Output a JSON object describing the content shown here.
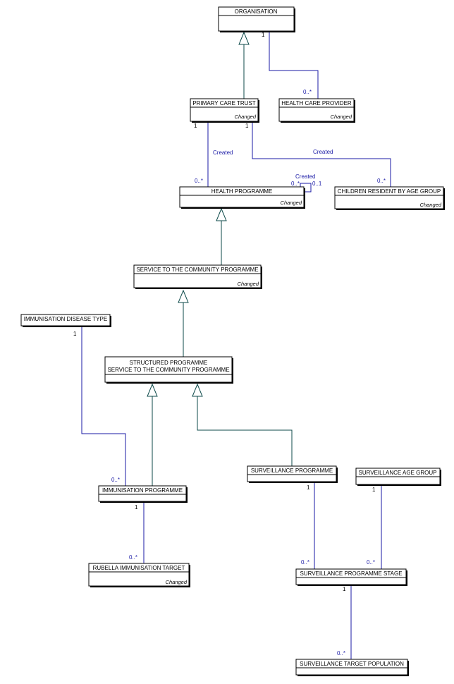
{
  "classes": {
    "organisation": {
      "name": "ORGANISATION",
      "note": ""
    },
    "primary_care_trust": {
      "name": "PRIMARY CARE TRUST",
      "note": "Changed"
    },
    "health_care_provider": {
      "name": "HEALTH CARE PROVIDER",
      "note": "Changed"
    },
    "health_programme": {
      "name": "HEALTH PROGRAMME",
      "note": "Changed"
    },
    "children_resident": {
      "name": "CHILDREN RESIDENT BY AGE GROUP",
      "note": "Changed"
    },
    "service_to_community": {
      "name": "SERVICE TO THE COMMUNITY PROGRAMME",
      "note": "Changed"
    },
    "immunisation_disease_type": {
      "name": "IMMUNISATION DISEASE TYPE",
      "note": ""
    },
    "structured_programme": {
      "name_line1": "STRUCTURED PROGRAMME",
      "name_line2": "SERVICE TO THE COMMUNITY PROGRAMME"
    },
    "immunisation_programme": {
      "name": "IMMUNISATION PROGRAMME",
      "note": ""
    },
    "rubella_target": {
      "name": "RUBELLA IMMUNISATION TARGET",
      "note": "Changed"
    },
    "surveillance_programme": {
      "name": "SURVEILLANCE PROGRAMME",
      "note": ""
    },
    "surveillance_age_group": {
      "name": "SURVEILLANCE AGE GROUP",
      "note": ""
    },
    "surveillance_programme_stage": {
      "name": "SURVEILLANCE PROGRAMME STAGE",
      "note": ""
    },
    "surveillance_target_population": {
      "name": "SURVEILLANCE TARGET POPULATION",
      "note": ""
    }
  },
  "associations": {
    "org_hcp": {
      "mult_source": "1",
      "mult_target": "0..*"
    },
    "pct_hp": {
      "mult_source": "1",
      "mult_target": "0..*",
      "role": "Created"
    },
    "pct_children": {
      "mult_source": "1",
      "mult_target": "0..*",
      "role": "Created"
    },
    "hp_self": {
      "mult_a": "0..*",
      "mult_b": "0..1",
      "role": "Created"
    },
    "idt_ip": {
      "mult_source": "1",
      "mult_target": "0..*"
    },
    "ip_rubella": {
      "mult_source": "1",
      "mult_target": "0..*"
    },
    "sp_sps": {
      "mult_source": "1",
      "mult_target": "0..*"
    },
    "sag_sps": {
      "mult_source": "1",
      "mult_target": "0..*"
    },
    "sps_stp": {
      "mult_source": "1",
      "mult_target": "0..*"
    }
  }
}
